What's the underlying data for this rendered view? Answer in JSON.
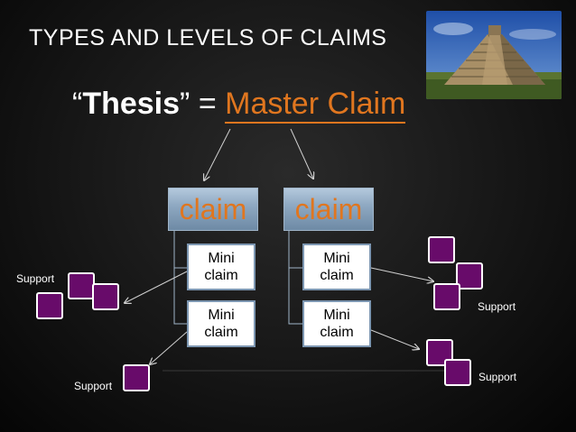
{
  "slide": {
    "title": "TYPES AND LEVELS OF CLAIMS",
    "image": "pyramid-photo",
    "thesis": {
      "quote_open": "“",
      "word": "Thesis",
      "quote_close": "”",
      "equals": " = ",
      "master": "Master Claim"
    }
  },
  "claims": [
    {
      "label": "claim",
      "minis": [
        "Mini claim",
        "Mini claim"
      ]
    },
    {
      "label": "claim",
      "minis": [
        "Mini claim",
        "Mini claim"
      ]
    }
  ],
  "supports": [
    "Support",
    "Support",
    "Support",
    "Support"
  ],
  "colors": {
    "accent": "#e0761f",
    "claim_fill": "#8fa9c2",
    "support_fill": "#680b6a",
    "text": "#ffffff"
  }
}
